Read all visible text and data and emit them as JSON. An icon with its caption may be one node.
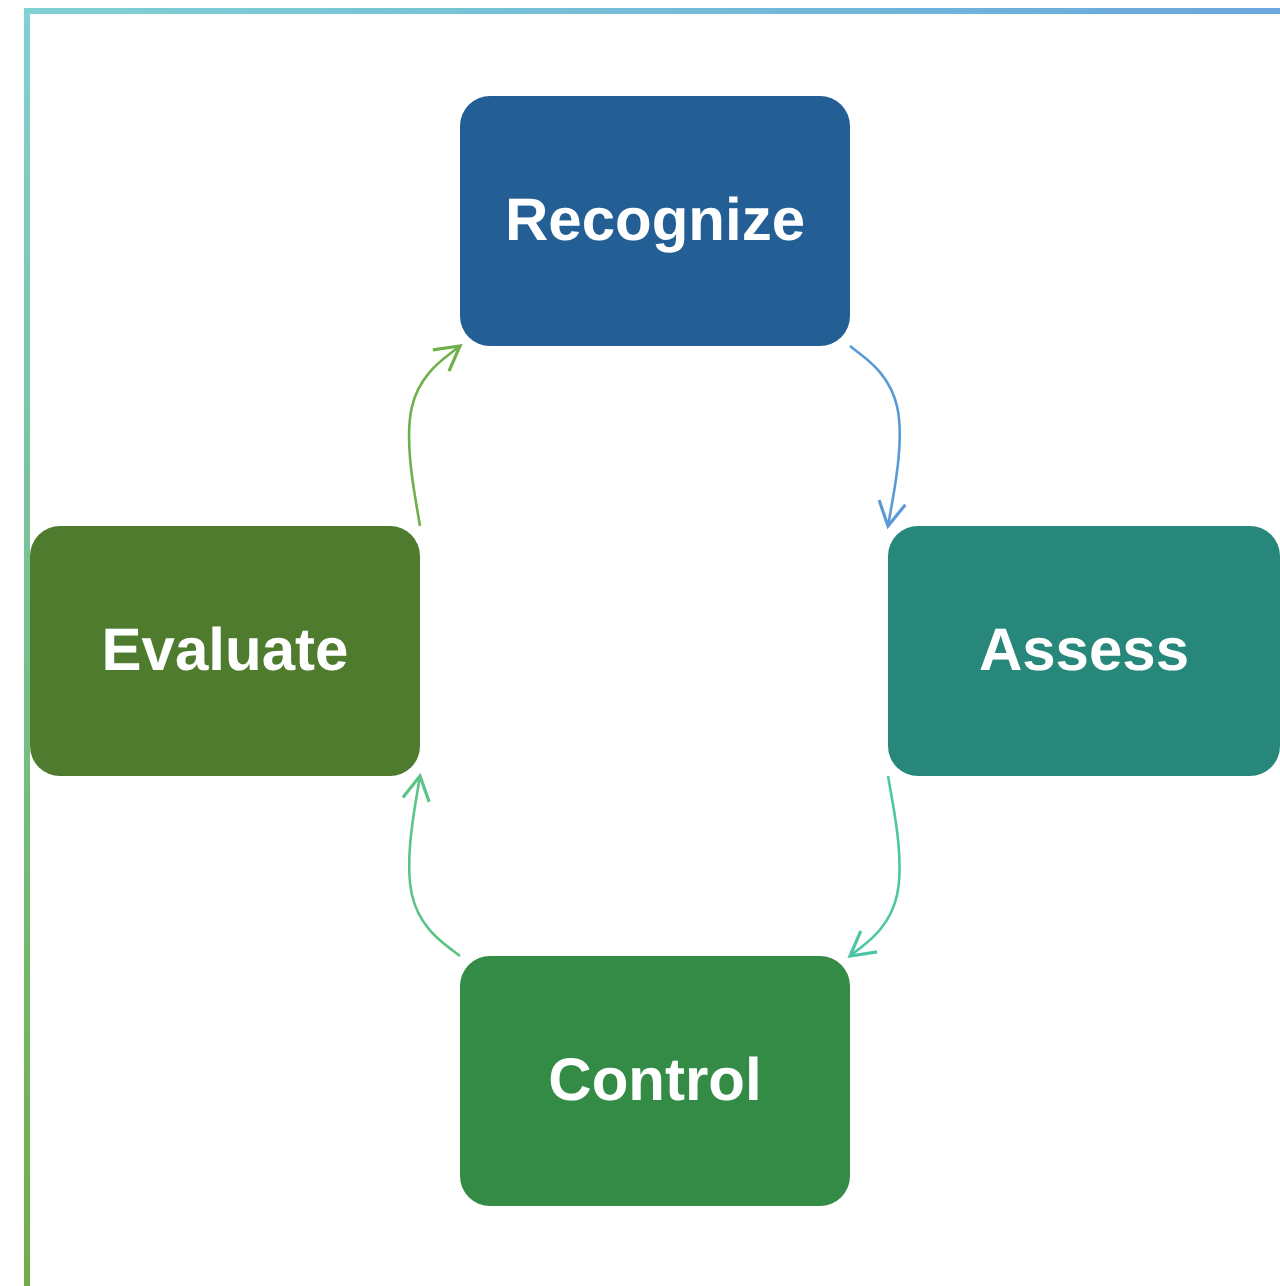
{
  "diagram": {
    "nodes": [
      {
        "text": [
          "Recognize"
        ]
      },
      {
        "text": [
          "Assess"
        ]
      },
      {
        "text": [
          "Control"
        ]
      },
      {
        "text": [
          "Evaluate"
        ]
      }
    ],
    "edges": [
      {
        "from": 0,
        "to": 1,
        "arrow": "to",
        "color": "#5b9bd5"
      },
      {
        "from": 1,
        "to": 2,
        "arrow": "to",
        "color": "#4cc6a4"
      },
      {
        "from": 2,
        "to": 3,
        "arrow": "to",
        "color": "#5cc487"
      },
      {
        "from": 3,
        "to": 0,
        "arrow": "to",
        "color": "#6fb04a"
      }
    ]
  }
}
